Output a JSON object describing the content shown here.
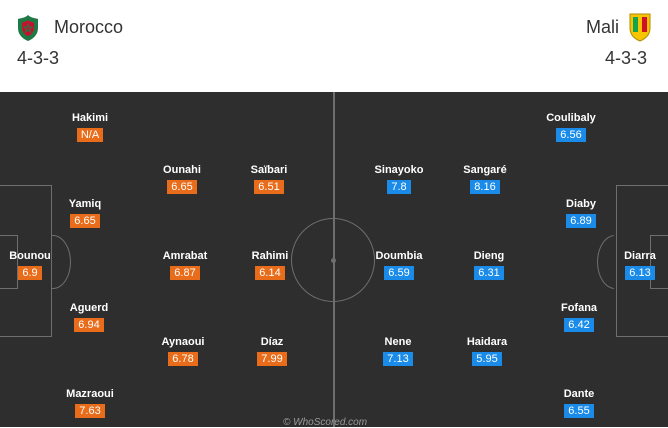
{
  "home": {
    "name": "Morocco",
    "formation": "4-3-3",
    "flag_icon": "morocco-crest-icon",
    "players": [
      {
        "name": "Hakimi",
        "rating": "N/A"
      },
      {
        "name": "Ounahi",
        "rating": "6.65"
      },
      {
        "name": "Saïbari",
        "rating": "6.51"
      },
      {
        "name": "Yamiq",
        "rating": "6.65"
      },
      {
        "name": "Bounou",
        "rating": "6.9"
      },
      {
        "name": "Amrabat",
        "rating": "6.87"
      },
      {
        "name": "Rahimi",
        "rating": "6.14"
      },
      {
        "name": "Aguerd",
        "rating": "6.94"
      },
      {
        "name": "Aynaoui",
        "rating": "6.78"
      },
      {
        "name": "Díaz",
        "rating": "7.99"
      },
      {
        "name": "Mazraoui",
        "rating": "7.63"
      }
    ]
  },
  "away": {
    "name": "Mali",
    "formation": "4-3-3",
    "flag_icon": "mali-crest-icon",
    "players": [
      {
        "name": "Coulibaly",
        "rating": "6.56"
      },
      {
        "name": "Sinayoko",
        "rating": "7.8"
      },
      {
        "name": "Sangaré",
        "rating": "8.16"
      },
      {
        "name": "Diaby",
        "rating": "6.89"
      },
      {
        "name": "Doumbia",
        "rating": "6.59"
      },
      {
        "name": "Dieng",
        "rating": "6.31"
      },
      {
        "name": "Diarra",
        "rating": "6.13"
      },
      {
        "name": "Fofana",
        "rating": "6.42"
      },
      {
        "name": "Nene",
        "rating": "7.13"
      },
      {
        "name": "Haidara",
        "rating": "5.95"
      },
      {
        "name": "Dante",
        "rating": "6.55"
      }
    ]
  },
  "colors": {
    "pitch": "#2e2e2e",
    "home_rating": "#e86c1a",
    "away_rating": "#1a8be8",
    "lines": "#6e6e6e"
  },
  "watermark": "© WhoScored.com"
}
